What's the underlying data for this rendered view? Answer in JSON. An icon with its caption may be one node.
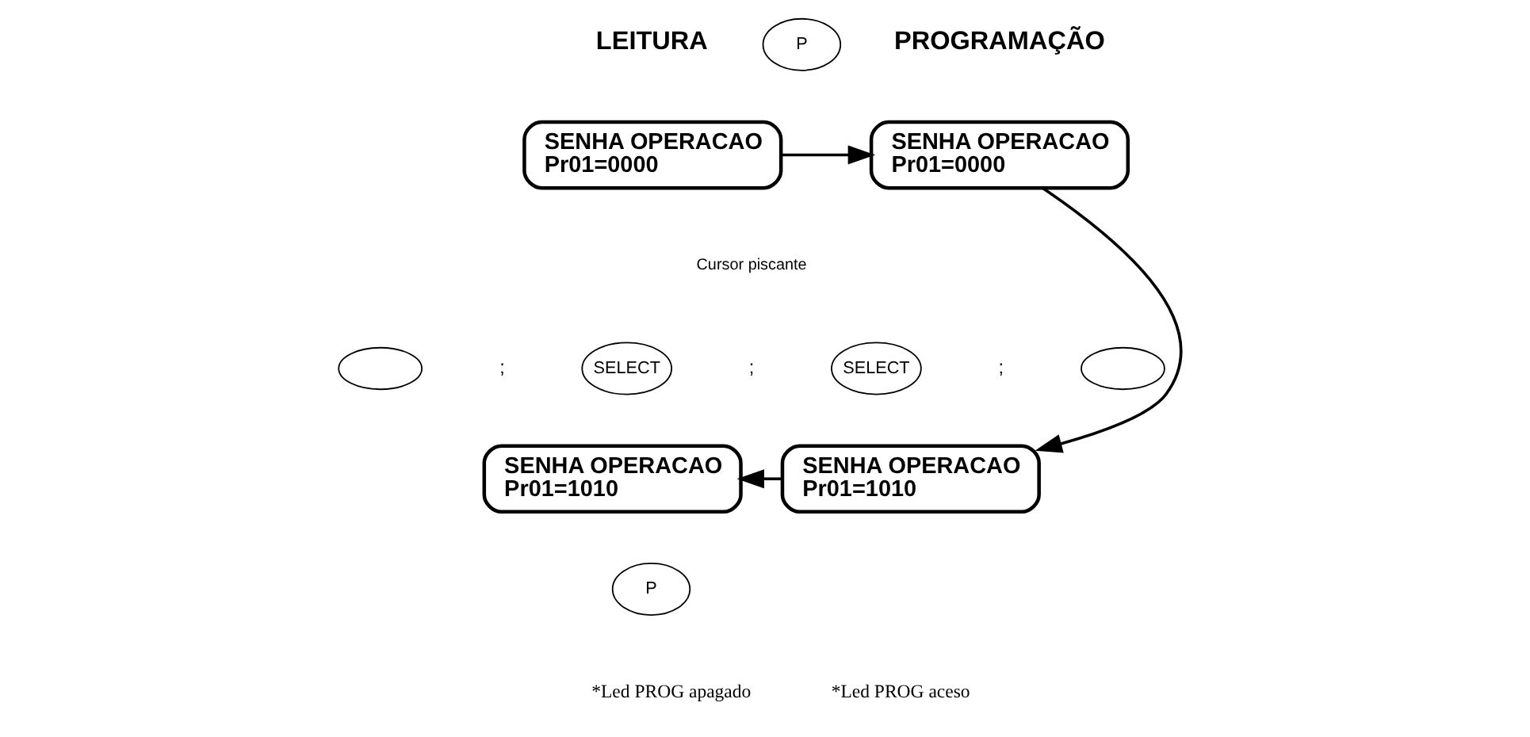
{
  "diagram": {
    "nodes": [
      {
        "text": [
          "SENHA OPERACAO Pr01=0000"
        ]
      },
      {
        "text": [
          "SENHA OPERACAO Pr01=0000"
        ]
      },
      {
        "text": [
          "SENHA OPERACAO Pr01=1010"
        ]
      },
      {
        "text": [
          "SENHA OPERACAO Pr01=1010"
        ]
      },
      {
        "text": [
          "P"
        ]
      },
      {
        "text": [],
        "shape": "ellipse"
      },
      {
        "text": [
          "SELECT"
        ]
      },
      {
        "text": [
          "SELECT"
        ]
      },
      {
        "text": [],
        "shape": "ellipse"
      },
      {
        "text": [
          "P"
        ]
      }
    ],
    "edges": [
      {
        "from": 0,
        "to": 1,
        "arrow": "to"
      },
      {
        "from": 1,
        "to": 2,
        "arrow": "to"
      },
      {
        "from": 2,
        "to": 3,
        "arrow": "to"
      }
    ],
    "labels": [
      "LEITURA",
      "PROGRAMAÇÃO",
      "Cursor piscante",
      ";",
      ";",
      ";",
      "*Led PROG apagado",
      "*Led PROG aceso"
    ]
  }
}
